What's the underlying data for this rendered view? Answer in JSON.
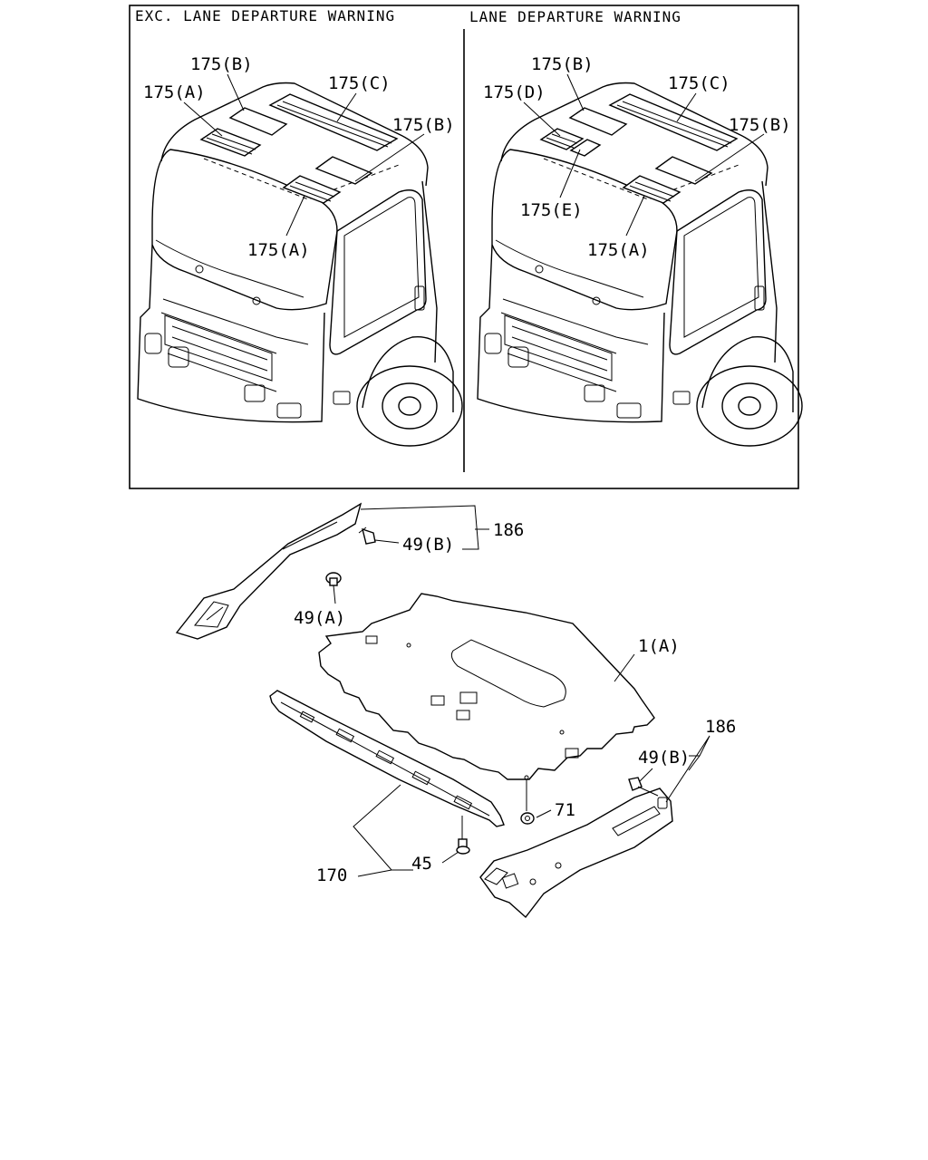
{
  "panels": {
    "left": {
      "header": "EXC. LANE DEPARTURE WARNING",
      "labels": {
        "b_top": "175(B)",
        "a_top": "175(A)",
        "c": "175(C)",
        "b_right": "175(B)",
        "a_bottom": "175(A)"
      }
    },
    "right": {
      "header": "LANE DEPARTURE WARNING",
      "labels": {
        "b_top": "175(B)",
        "d": "175(D)",
        "c": "175(C)",
        "b_right": "175(B)",
        "e": "175(E)",
        "a_bottom": "175(A)"
      }
    }
  },
  "parts": {
    "trim_186_upper": "186",
    "clip_49b_upper": "49(B)",
    "clip_49a": "49(A)",
    "headlining_1a": "1(A)",
    "trim_186_lower": "186",
    "clip_49b_lower": "49(B)",
    "nut_71": "71",
    "screw_45": "45",
    "rail_170": "170"
  }
}
